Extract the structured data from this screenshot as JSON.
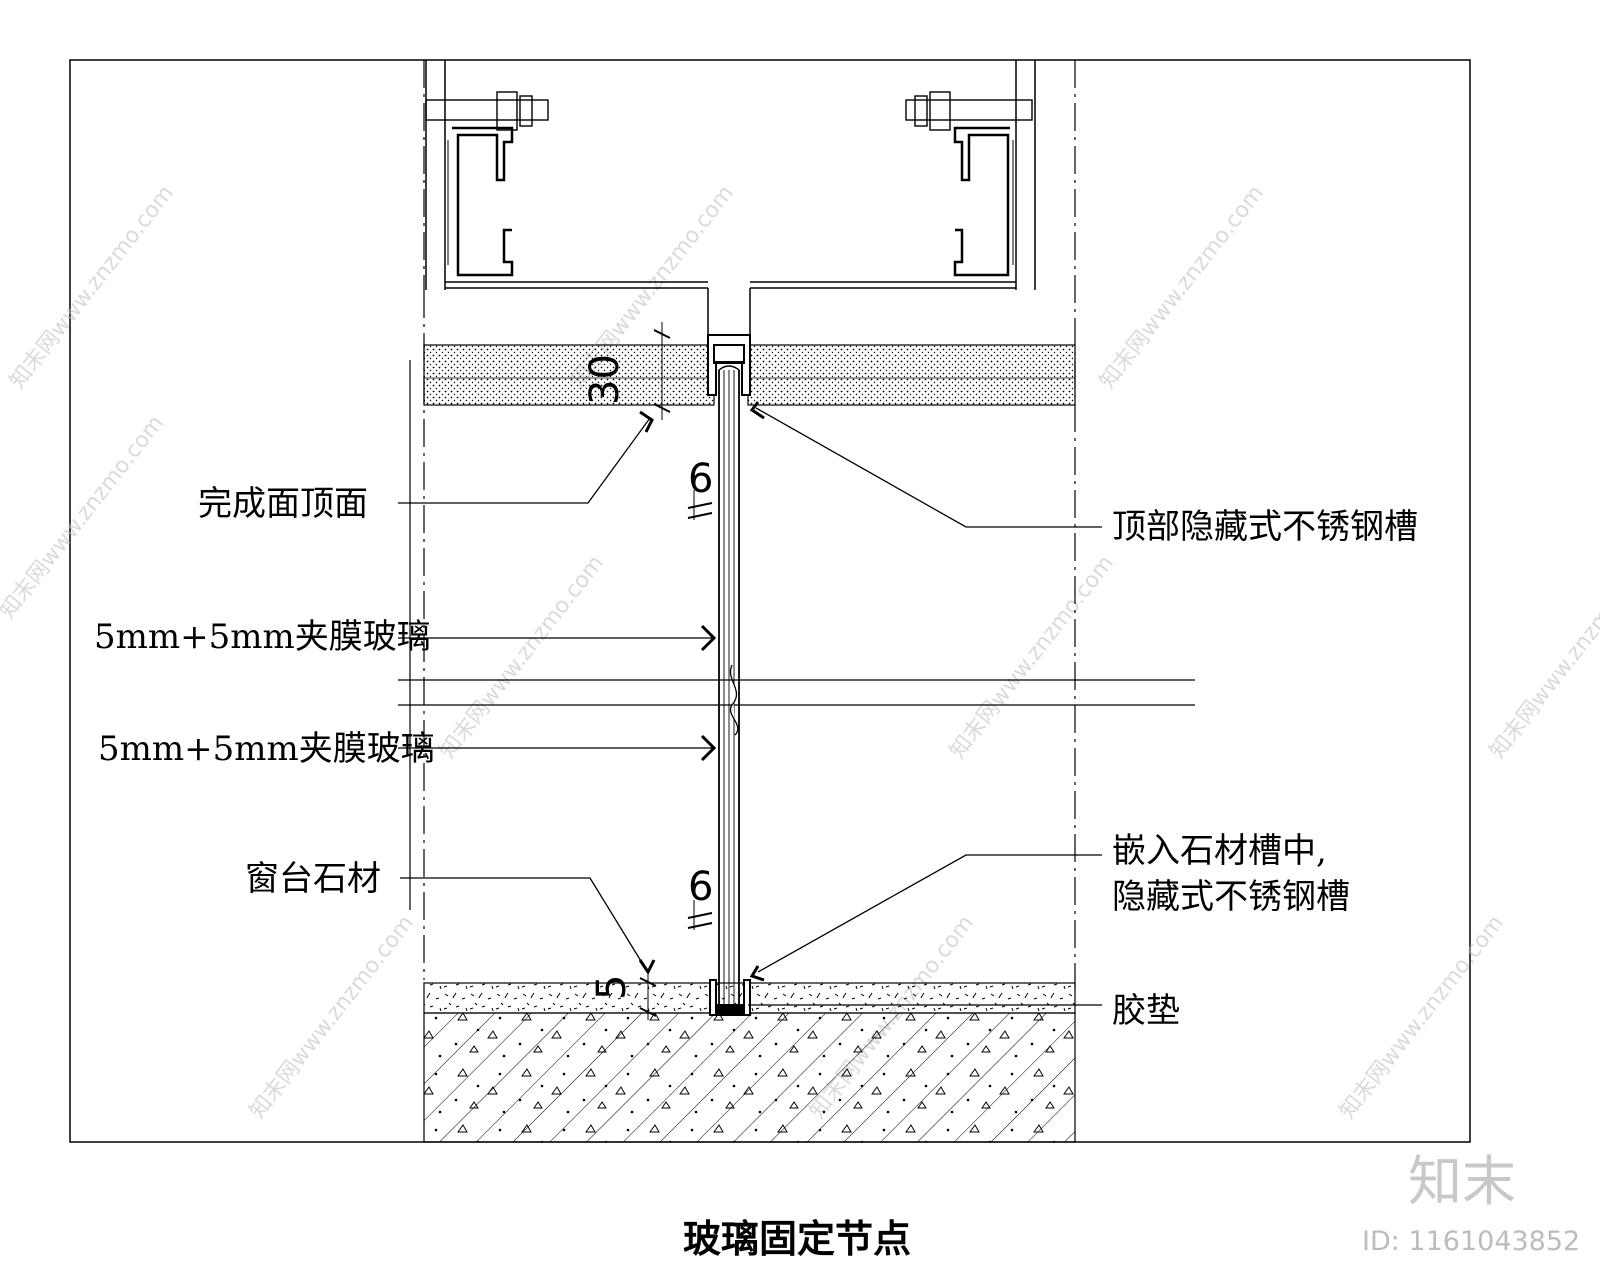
{
  "labels": {
    "finish_ceiling": "完成面顶面",
    "top_channel": "顶部隐藏式不锈钢槽",
    "glass_1": "5mm+5mm夹膜玻璃",
    "glass_2": "5mm+5mm夹膜玻璃",
    "sill_stone": "窗台石材",
    "embed_line1": "嵌入石材槽中,",
    "embed_line2": "隐藏式不锈钢槽",
    "rubber_pad": "胶垫"
  },
  "dimensions": {
    "top_gap": "30",
    "top_clear": "6",
    "bottom_clear": "6",
    "bottom_depth": "5"
  },
  "title": "玻璃固定节点",
  "watermark": {
    "repeat_text": "知末网www.znzmo.com",
    "brand": "知末",
    "image_id": "ID: 1161043852"
  }
}
